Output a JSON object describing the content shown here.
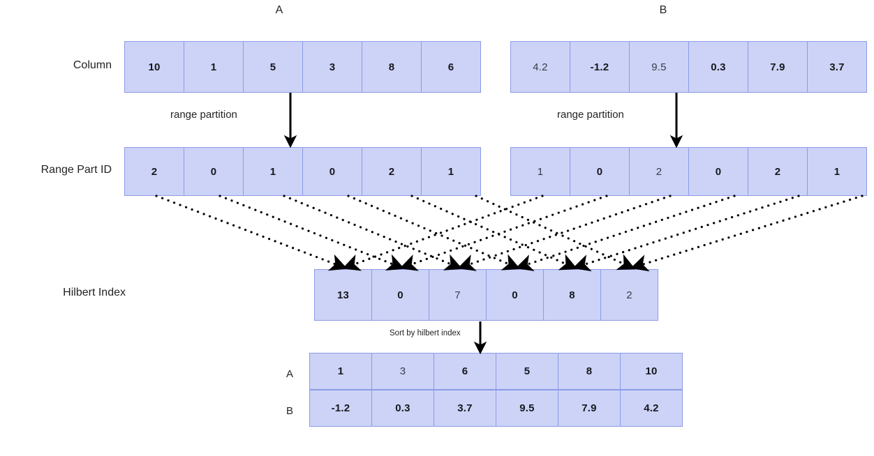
{
  "diagram": {
    "title_labels": {
      "a": "A",
      "b": "B"
    },
    "row_labels": {
      "column": "Column",
      "range_part_id": "Range Part ID",
      "hilbert_index": "Hilbert Index"
    },
    "edge_labels": {
      "range_partition_left": "range partition",
      "range_partition_right": "range partition",
      "sort_by_hilbert": "Sort by hilbert index"
    },
    "result_row_labels": {
      "a": "A",
      "b": "B"
    },
    "colors": {
      "cell_fill": "#ccd3f7",
      "cell_border": "#8c9ae8",
      "text": "#17181c",
      "arrow": "#000000",
      "background": "#ffffff"
    },
    "rows": {
      "column_a": {
        "values": [
          "10",
          "1",
          "5",
          "3",
          "8",
          "6"
        ],
        "bold": [
          true,
          true,
          true,
          true,
          true,
          true
        ]
      },
      "column_b": {
        "values": [
          "4.2",
          "-1.2",
          "9.5",
          "0.3",
          "7.9",
          "3.7"
        ],
        "bold": [
          false,
          true,
          false,
          true,
          true,
          true
        ]
      },
      "rangeid_a": {
        "values": [
          "2",
          "0",
          "1",
          "0",
          "2",
          "1"
        ],
        "bold": [
          true,
          true,
          true,
          true,
          true,
          true
        ]
      },
      "rangeid_b": {
        "values": [
          "1",
          "0",
          "2",
          "0",
          "2",
          "1"
        ],
        "bold": [
          false,
          true,
          false,
          true,
          true,
          true
        ]
      },
      "hilbert": {
        "values": [
          "13",
          "0",
          "7",
          "0",
          "8",
          "2"
        ],
        "bold": [
          true,
          true,
          false,
          true,
          true,
          false
        ]
      },
      "result_a": {
        "values": [
          "1",
          "3",
          "6",
          "5",
          "8",
          "10"
        ],
        "bold": [
          true,
          false,
          true,
          true,
          true,
          true
        ]
      },
      "result_b": {
        "values": [
          "-1.2",
          "0.3",
          "3.7",
          "9.5",
          "7.9",
          "4.2"
        ],
        "bold": [
          true,
          true,
          true,
          true,
          true,
          true
        ]
      }
    }
  }
}
